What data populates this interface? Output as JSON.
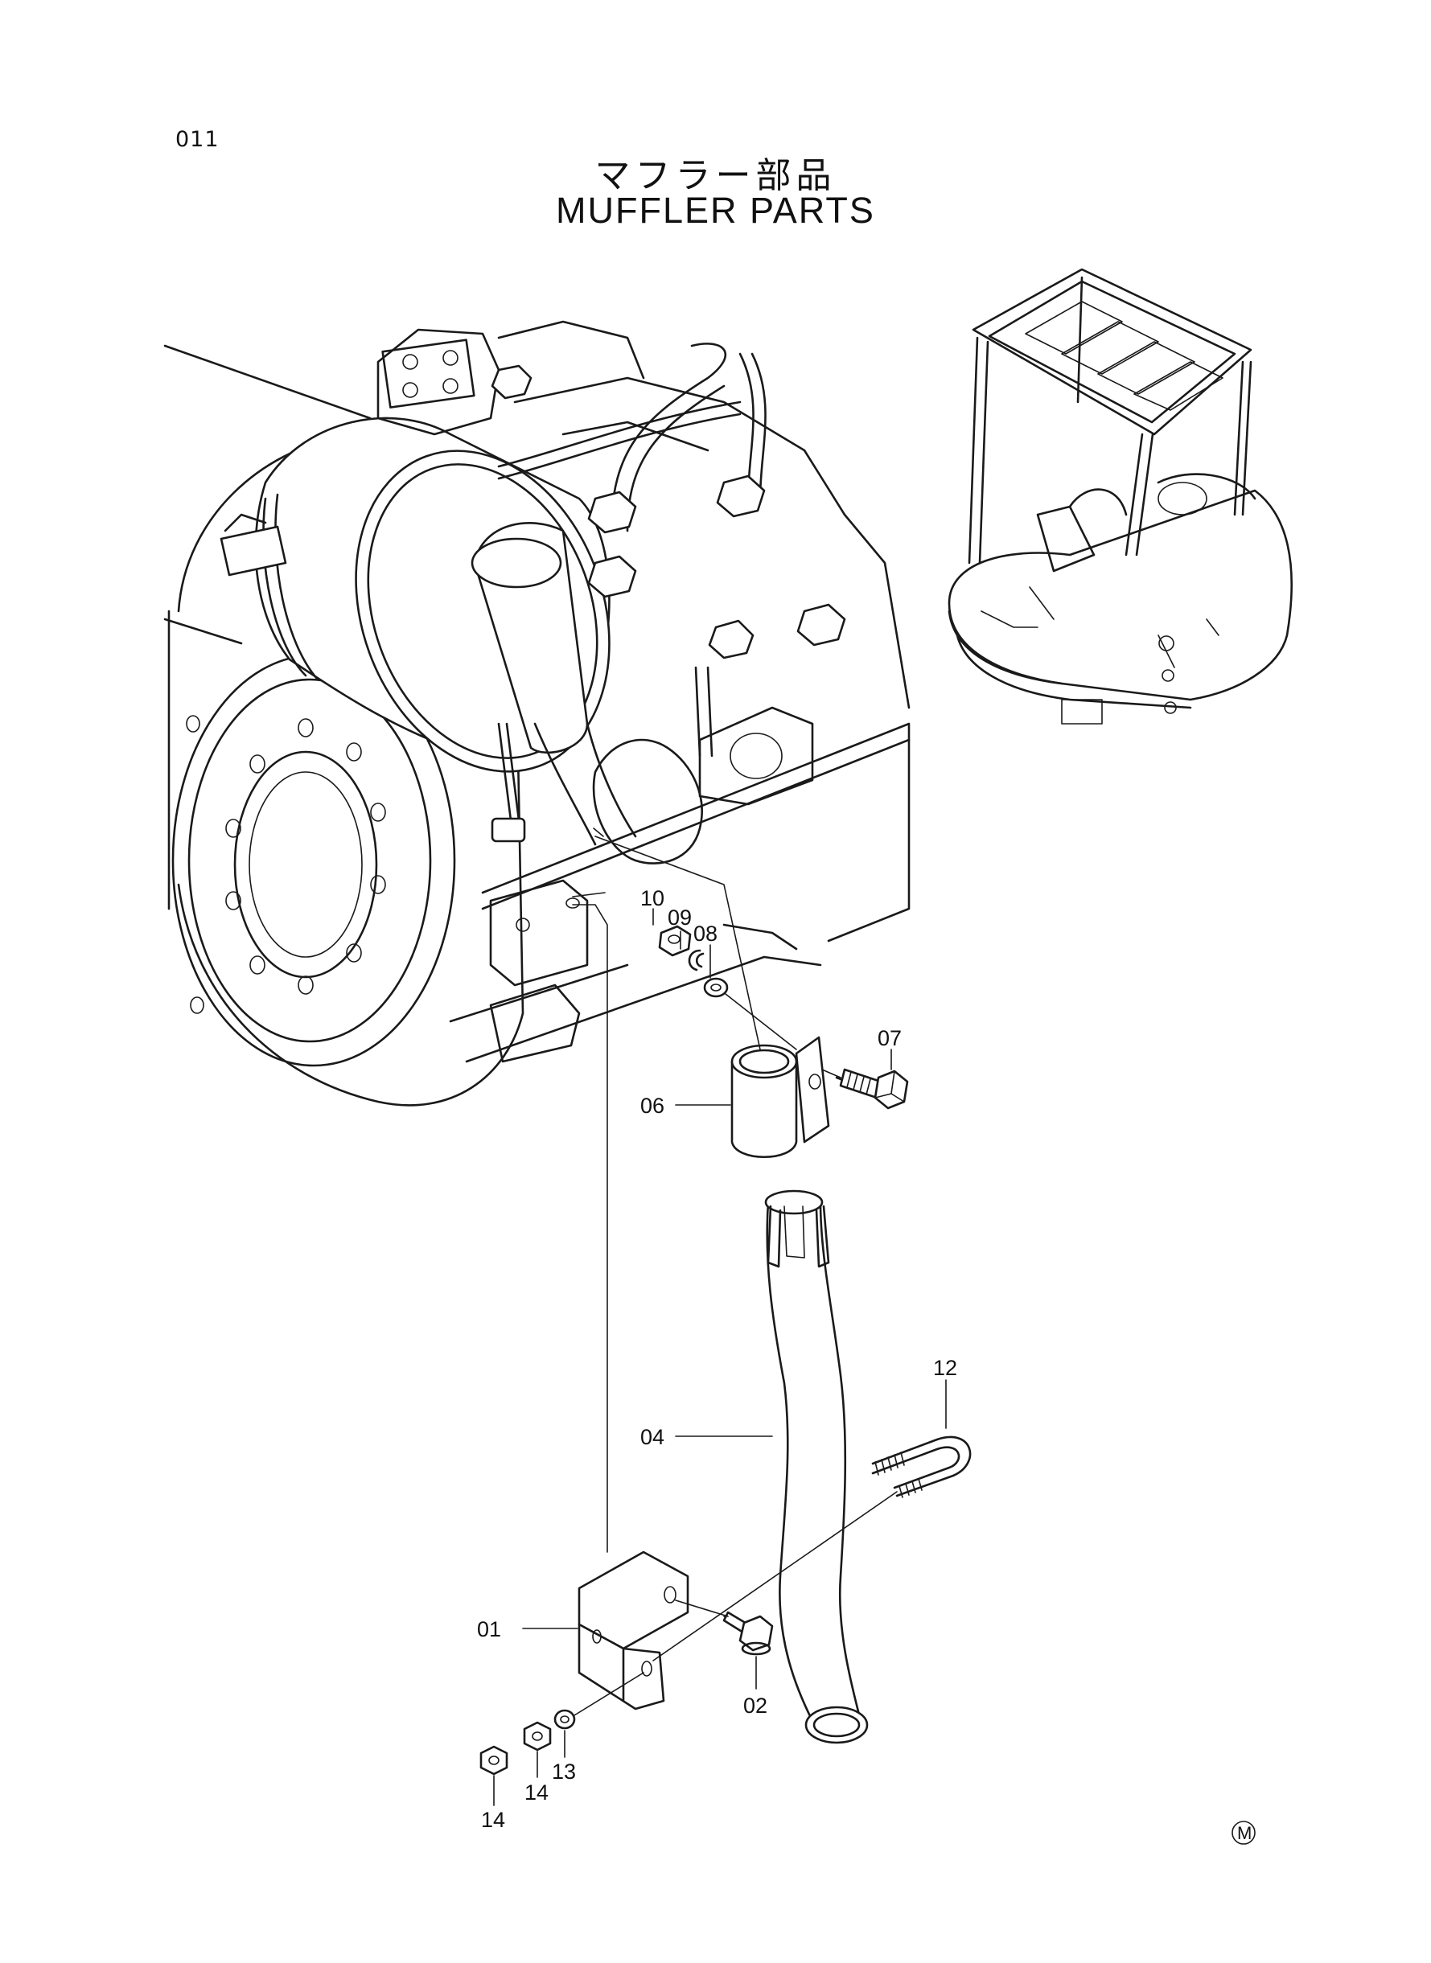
{
  "page_number": "011",
  "title_jp": "マフラー部品",
  "title_en": "MUFFLER PARTS",
  "callouts": {
    "c01": "01",
    "c02": "02",
    "c04": "04",
    "c06": "06",
    "c07": "07",
    "c08": "08",
    "c09": "09",
    "c10": "10",
    "c12": "12",
    "c13": "13",
    "c14a": "14",
    "c14b": "14"
  },
  "corner_mark": "M"
}
